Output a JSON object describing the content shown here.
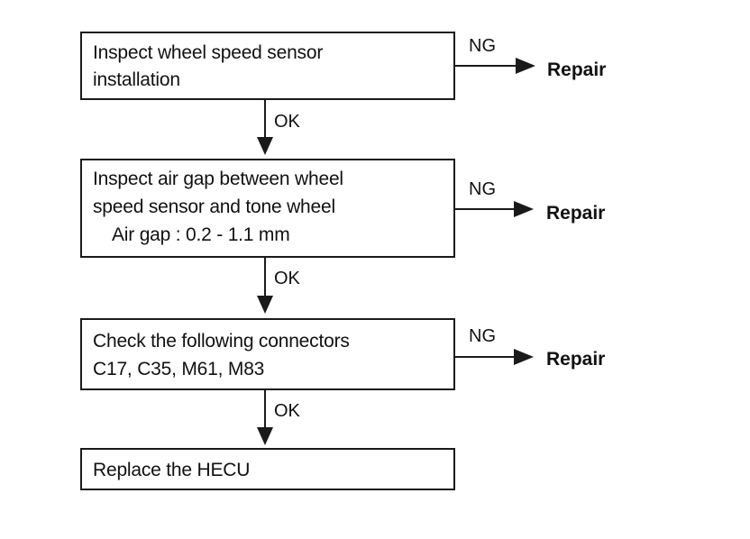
{
  "steps": [
    {
      "lines": [
        "Inspect wheel speed sensor",
        "installation"
      ],
      "fail_label": "NG",
      "fail_action": "Repair",
      "pass_label": "OK"
    },
    {
      "lines": [
        "Inspect air gap between wheel",
        "speed sensor and tone wheel",
        "Air gap : 0.2 - 1.1 mm"
      ],
      "fail_label": "NG",
      "fail_action": "Repair",
      "pass_label": "OK"
    },
    {
      "lines": [
        "Check the following connectors",
        "C17, C35, M61, M83"
      ],
      "fail_label": "NG",
      "fail_action": "Repair",
      "pass_label": "OK"
    },
    {
      "lines": [
        "Replace the HECU"
      ]
    }
  ],
  "colors": {
    "line": "#1a1a1a",
    "text": "#111111",
    "background": "#ffffff"
  }
}
